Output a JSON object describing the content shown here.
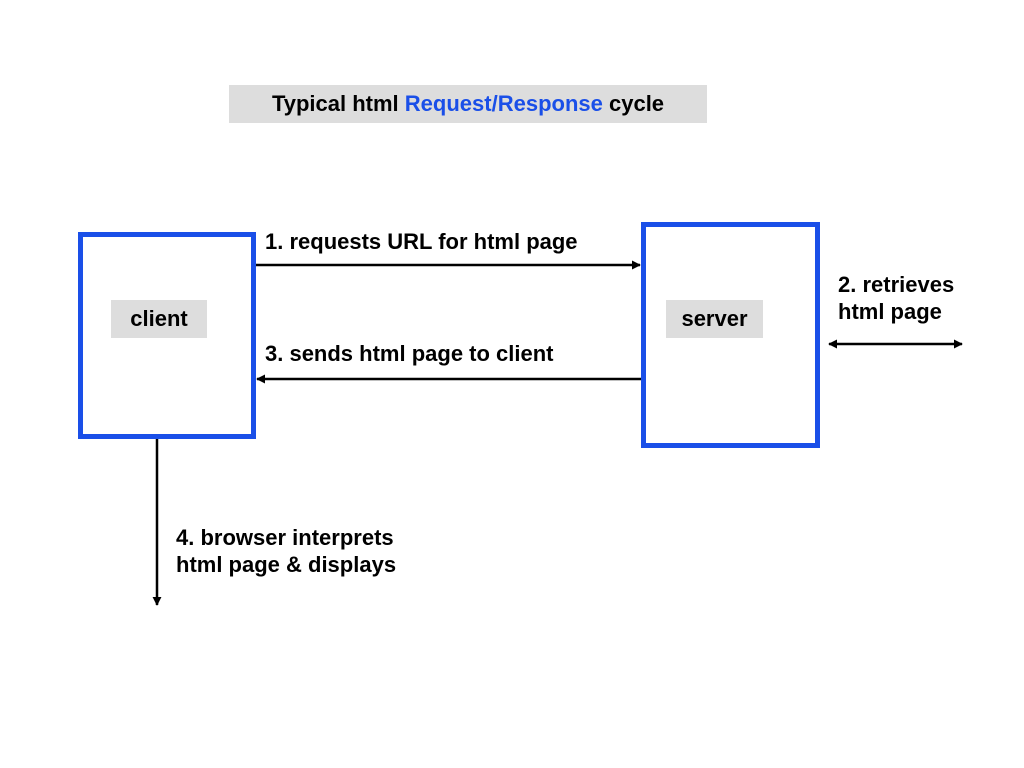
{
  "title": {
    "prefix": "Typical html ",
    "highlight": "Request/Response",
    "suffix": " cycle"
  },
  "nodes": {
    "client": {
      "label": "client"
    },
    "server": {
      "label": "server"
    }
  },
  "steps": {
    "step1": "1. requests URL for html page",
    "step2_line1": "2. retrieves",
    "step2_line2": "html page",
    "step3": "3. sends html page to client",
    "step4_line1": "4. browser interprets",
    "step4_line2": "html page & displays"
  },
  "colors": {
    "accent": "#1a4fe8",
    "label_background": "#dddddd",
    "text": "#000000"
  }
}
